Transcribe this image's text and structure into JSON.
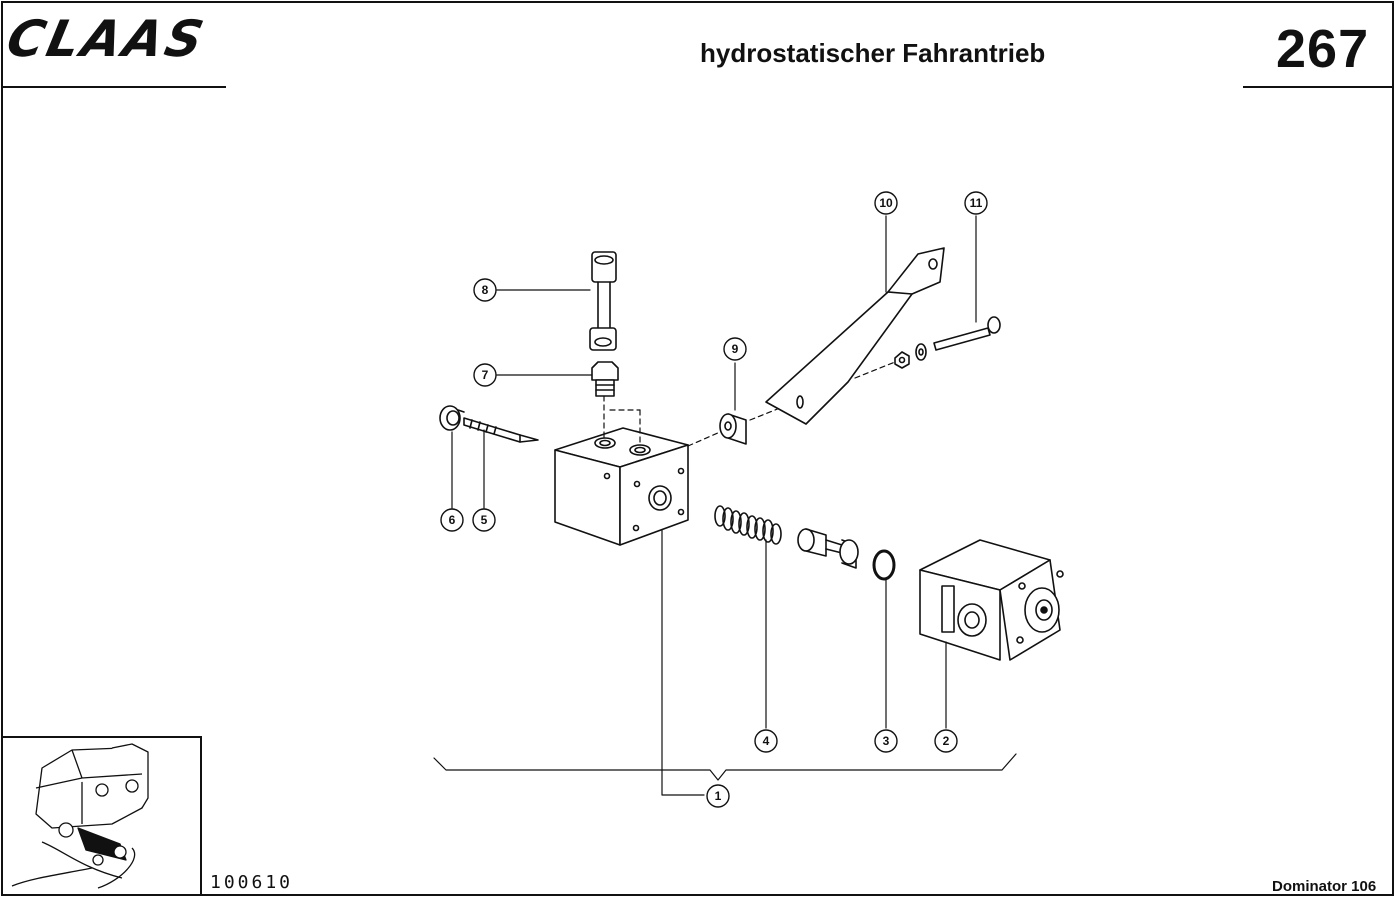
{
  "header": {
    "logo_text": "CLAAS",
    "title": "hydrostatischer Fahrantrieb",
    "page_number": "267"
  },
  "footer": {
    "drawing_number": "100610",
    "model": "Dominator 106"
  },
  "callouts": [
    "1",
    "2",
    "3",
    "4",
    "5",
    "6",
    "7",
    "8",
    "9",
    "10",
    "11"
  ]
}
